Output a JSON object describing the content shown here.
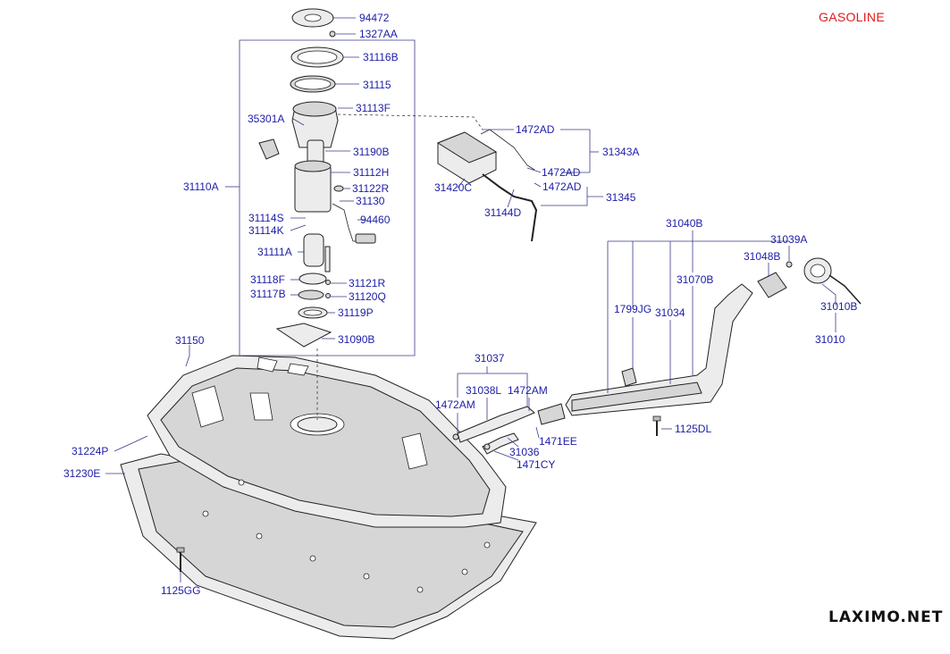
{
  "fuel_type": "GASOLINE",
  "watermark": "LAXIMO.NET",
  "labels": {
    "l94472": "94472",
    "l1327AA": "1327AA",
    "l31116B": "31116B",
    "l31115": "31115",
    "l31113F": "31113F",
    "l35301A": "35301A",
    "l31190B": "31190B",
    "l31112H": "31112H",
    "l31110A": "31110A",
    "l31122R": "31122R",
    "l31130": "31130",
    "l31114S": "31114S",
    "l94460": "94460",
    "l31114K": "31114K",
    "l31111A": "31111A",
    "l31118F": "31118F",
    "l31121R": "31121R",
    "l31117B": "31117B",
    "l31120Q": "31120Q",
    "l31119P": "31119P",
    "l31090B": "31090B",
    "l31150": "31150",
    "l31224P": "31224P",
    "l31230E": "31230E",
    "l1125GG": "1125GG",
    "l1472AD_a": "1472AD",
    "l31343A": "31343A",
    "l1472AD_b": "1472AD",
    "l31420C": "31420C",
    "l1472AD_c": "1472AD",
    "l31345": "31345",
    "l31144D": "31144D",
    "l31040B": "31040B",
    "l31039A": "31039A",
    "l31048B": "31048B",
    "l31070B": "31070B",
    "l1799JG": "1799JG",
    "l31034": "31034",
    "l31010B": "31010B",
    "l31010": "31010",
    "l31037": "31037",
    "l31038L": "31038L",
    "l1472AM_a": "1472AM",
    "l1472AM_b": "1472AM",
    "l1471EE": "1471EE",
    "l31036": "31036",
    "l1471CY": "1471CY",
    "l1125DL": "1125DL"
  }
}
